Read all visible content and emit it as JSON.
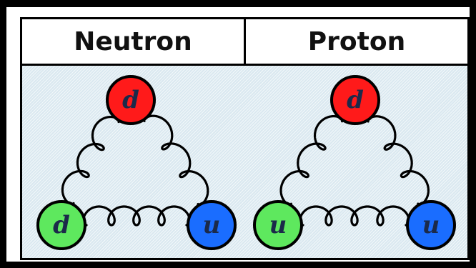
{
  "headers": [
    "Neutron",
    "Proton"
  ],
  "particles": [
    {
      "name": "Neutron",
      "quarks": [
        {
          "flavor": "d",
          "color": "#ff1a1a"
        },
        {
          "flavor": "d",
          "color": "#5ee85e"
        },
        {
          "flavor": "u",
          "color": "#1a6dff"
        }
      ]
    },
    {
      "name": "Proton",
      "quarks": [
        {
          "flavor": "d",
          "color": "#ff1a1a"
        },
        {
          "flavor": "u",
          "color": "#5ee85e"
        },
        {
          "flavor": "u",
          "color": "#1a6dff"
        }
      ]
    }
  ]
}
